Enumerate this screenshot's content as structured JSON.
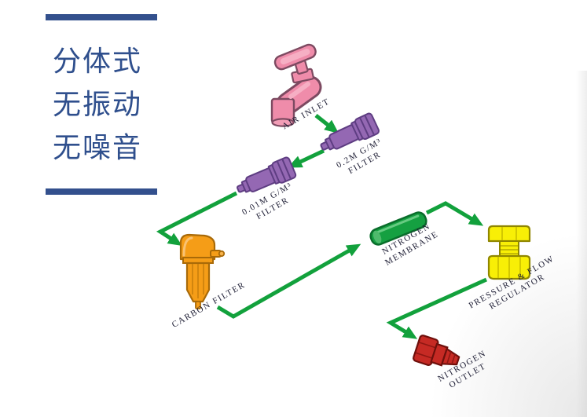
{
  "side_panel": {
    "features": [
      "分体式",
      "无振动",
      "无噪音"
    ],
    "text_color": "#2f4f8d",
    "rule_color": "#33508d"
  },
  "flow_diagram": {
    "arrow_color": "#12a13c",
    "label_color": "#1c1c33",
    "components": [
      {
        "id": "air-inlet",
        "color": "#ef8caa",
        "label_lines": [
          "AIR INLET"
        ]
      },
      {
        "id": "filter-0-2-micron",
        "color": "#9468b3",
        "label_lines": [
          "0.2M G/M³",
          "FILTER"
        ]
      },
      {
        "id": "filter-0-01-micron",
        "color": "#9468b3",
        "label_lines": [
          "0.01M G/M³",
          "FILTER"
        ]
      },
      {
        "id": "carbon-filter",
        "color": "#f59d17",
        "label_lines": [
          "CARBON FILTER"
        ]
      },
      {
        "id": "nitrogen-membrane",
        "color": "#15a041",
        "label_lines": [
          "NITROGEN",
          "MEMBRANE"
        ]
      },
      {
        "id": "pressure-flow-regulator",
        "color": "#f8ef06",
        "label_lines": [
          "PRESSURE & FLOW",
          "REGULATOR"
        ]
      },
      {
        "id": "nitrogen-outlet",
        "color": "#c62a24",
        "label_lines": [
          "NITROGEN",
          "OUTLET"
        ]
      }
    ]
  }
}
